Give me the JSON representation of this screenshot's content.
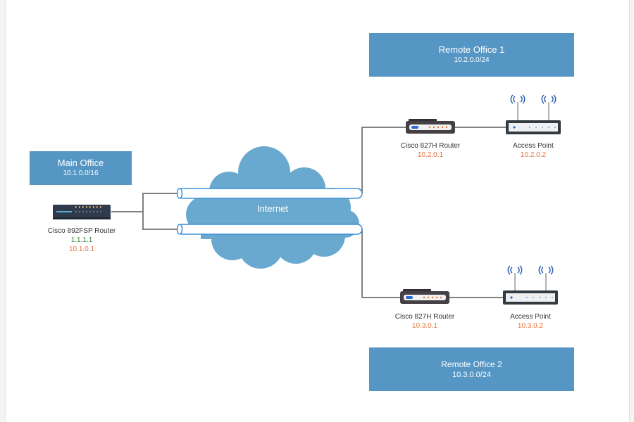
{
  "colors": {
    "office_box": "#5596c4",
    "cloud": "#6aa9cf",
    "tunnel_stroke": "#3a8fd6",
    "link": "#808080",
    "ip_public": "#2f8a3a",
    "ip_private": "#e8743b",
    "router_body": "#2f3b4c",
    "small_router_body": "#444046",
    "wifi_signal": "#2a5db0"
  },
  "offices": {
    "main": {
      "title": "Main Office",
      "subnet": "10.1.0.0/16"
    },
    "remote1": {
      "title": "Remote Office 1",
      "subnet": "10.2.0.0/24"
    },
    "remote2": {
      "title": "Remote Office 2",
      "subnet": "10.3.0.0/24"
    }
  },
  "cloud": {
    "label": "Internet"
  },
  "devices": {
    "main_router": {
      "name": "Cisco 892FSP Router",
      "public_ip": "1.1.1.1",
      "private_ip": "10.1.0.1",
      "icon": "router-icon"
    },
    "r1_router": {
      "name": "Cisco 827H Router",
      "ip": "10.2.0.1",
      "icon": "router-icon"
    },
    "r1_ap": {
      "name": "Access Point",
      "ip": "10.2.0.2",
      "icon": "access-point-icon"
    },
    "r2_router": {
      "name": "Cisco 827H Router",
      "ip": "10.3.0.1",
      "icon": "router-icon"
    },
    "r2_ap": {
      "name": "Access Point",
      "ip": "10.3.0.2",
      "icon": "access-point-icon"
    }
  },
  "links": [
    {
      "from": "main_router",
      "to": "tunnel-1"
    },
    {
      "from": "main_router",
      "to": "tunnel-2"
    },
    {
      "from": "tunnel-1",
      "to": "r1_router"
    },
    {
      "from": "tunnel-2",
      "to": "r2_router"
    },
    {
      "from": "r1_router",
      "to": "r1_ap"
    },
    {
      "from": "r2_router",
      "to": "r2_ap"
    }
  ]
}
